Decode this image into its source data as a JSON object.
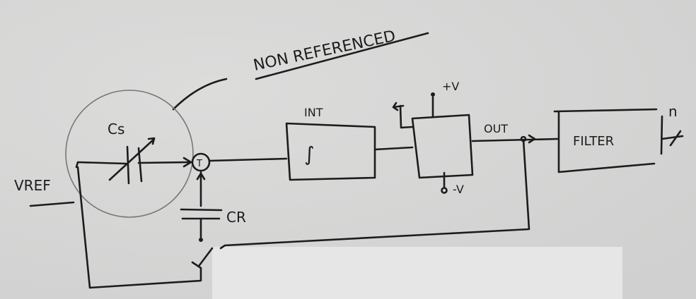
{
  "labels": {
    "non_referenced": "NON REFERENCED",
    "cs": "Cs",
    "vref": "VREF",
    "t": "T",
    "cr": "CR",
    "int": "INT",
    "integral": "∫",
    "plus_v": "+V",
    "minus_v": "-V",
    "out": "OUT",
    "filter": "FILTER",
    "n": "n"
  },
  "colors": {
    "ink": "#1c1c1c",
    "board": "#d6d7d6"
  }
}
